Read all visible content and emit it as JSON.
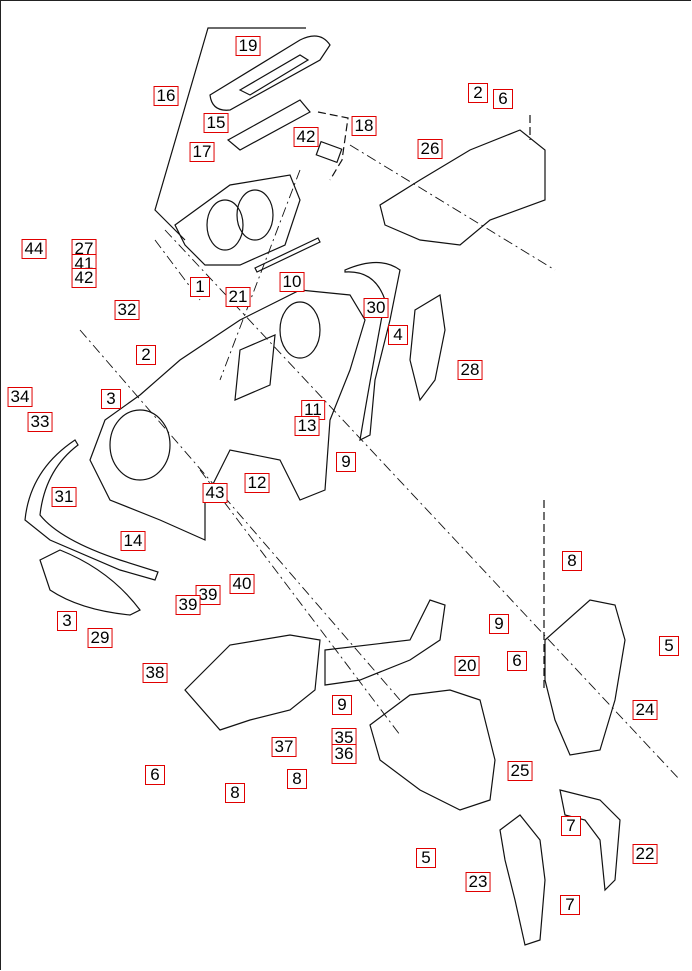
{
  "diagram": {
    "callout_border_color": "#e00000",
    "callouts": [
      "19",
      "16",
      "15",
      "17",
      "42",
      "18",
      "2",
      "6",
      "26",
      "44",
      "27",
      "41",
      "42",
      "1",
      "10",
      "21",
      "32",
      "30",
      "4",
      "2",
      "28",
      "34",
      "3",
      "33",
      "11",
      "13",
      "9",
      "12",
      "43",
      "31",
      "14",
      "8",
      "40",
      "39",
      "39",
      "3",
      "29",
      "9",
      "5",
      "6",
      "20",
      "38",
      "9",
      "24",
      "35",
      "36",
      "37",
      "6",
      "25",
      "8",
      "8",
      "7",
      "22",
      "5",
      "23",
      "7"
    ]
  }
}
